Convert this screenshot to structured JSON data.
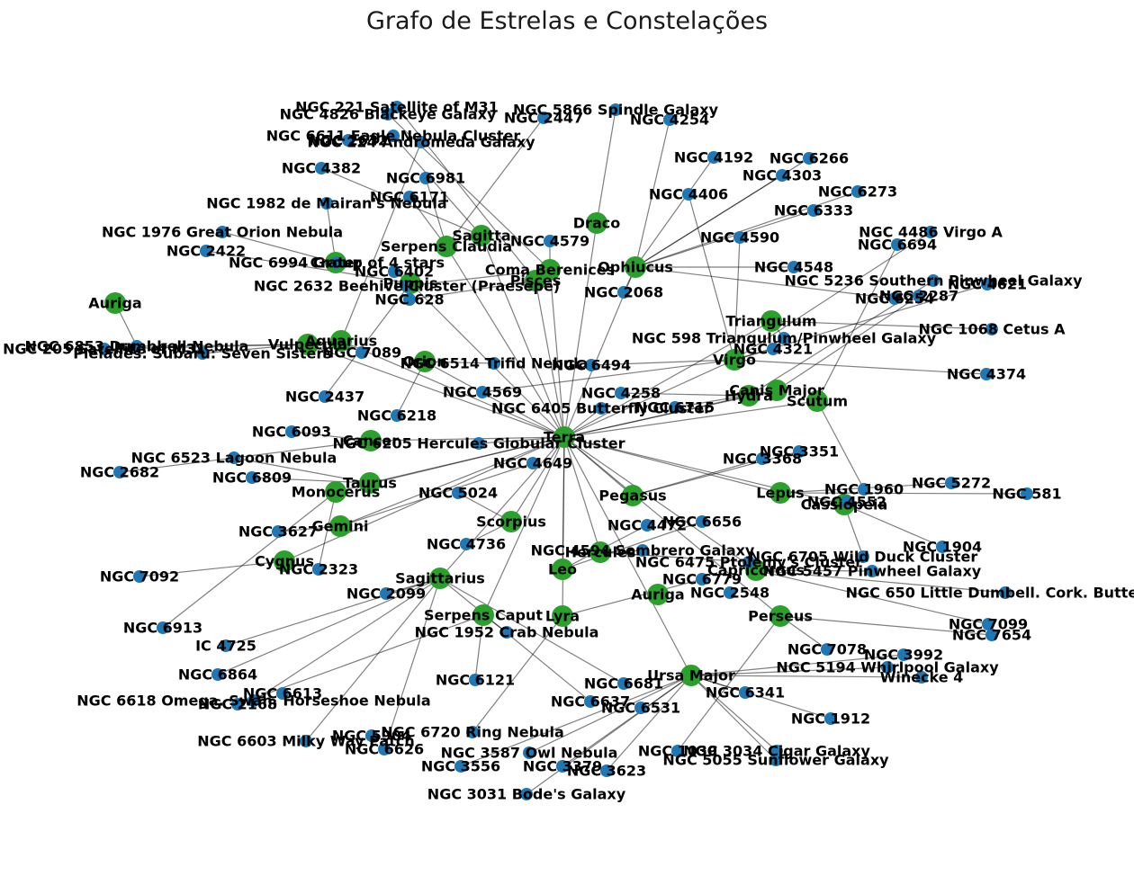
{
  "title": "Grafo de Estrelas e Constelações",
  "colors": {
    "constellation": "#2ca02c",
    "object": "#1f77b4",
    "edge": "#808080"
  },
  "nodes": [
    {
      "label": "Terra",
      "kind": "constellation"
    },
    {
      "label": "Draco",
      "kind": "constellation"
    },
    {
      "label": "Sagitta",
      "kind": "constellation"
    },
    {
      "label": "Serpens Claudia",
      "kind": "constellation"
    },
    {
      "label": "Crater",
      "kind": "constellation"
    },
    {
      "label": "Coma Berenices",
      "kind": "constellation"
    },
    {
      "label": "Ophiucus",
      "kind": "constellation"
    },
    {
      "label": "Pisces",
      "kind": "constellation"
    },
    {
      "label": "Puppis",
      "kind": "constellation"
    },
    {
      "label": "Auriga",
      "kind": "constellation"
    },
    {
      "label": "Vulpecula",
      "kind": "constellation"
    },
    {
      "label": "Aquarius",
      "kind": "constellation"
    },
    {
      "label": "Orion",
      "kind": "constellation"
    },
    {
      "label": "Triangulum",
      "kind": "constellation"
    },
    {
      "label": "Virgo",
      "kind": "constellation"
    },
    {
      "label": "Hydra",
      "kind": "constellation"
    },
    {
      "label": "Canis Major",
      "kind": "constellation"
    },
    {
      "label": "Scutum",
      "kind": "constellation"
    },
    {
      "label": "Cancer",
      "kind": "constellation"
    },
    {
      "label": "Taurus",
      "kind": "constellation"
    },
    {
      "label": "Monocerus",
      "kind": "constellation"
    },
    {
      "label": "Gemini",
      "kind": "constellation"
    },
    {
      "label": "Pegasus",
      "kind": "constellation"
    },
    {
      "label": "Lepus",
      "kind": "constellation"
    },
    {
      "label": "Cassiopeia",
      "kind": "constellation"
    },
    {
      "label": "Scorpius",
      "kind": "constellation"
    },
    {
      "label": "Hercules",
      "kind": "constellation"
    },
    {
      "label": "Cygnus",
      "kind": "constellation"
    },
    {
      "label": "Sagittarius",
      "kind": "constellation"
    },
    {
      "label": "Leo",
      "kind": "constellation"
    },
    {
      "label": "Auriga",
      "kind": "constellation"
    },
    {
      "label": "Capricornus",
      "kind": "constellation"
    },
    {
      "label": "Serpens Caput",
      "kind": "constellation"
    },
    {
      "label": "Lyra",
      "kind": "constellation"
    },
    {
      "label": "Perseus",
      "kind": "constellation"
    },
    {
      "label": "Ursa Major",
      "kind": "constellation"
    },
    {
      "label": "NGC 221 Satellite of M31",
      "kind": "object"
    },
    {
      "label": "NGC 4826 Blackeye Galaxy",
      "kind": "object"
    },
    {
      "label": "NGC 5866 Spindle Galaxy",
      "kind": "object"
    },
    {
      "label": "NGC 2447",
      "kind": "object"
    },
    {
      "label": "NGC 4254",
      "kind": "object"
    },
    {
      "label": "NGC 6611 Eagle Nebula Cluster",
      "kind": "object"
    },
    {
      "label": "NGC 224 Andromeda Galaxy",
      "kind": "object"
    },
    {
      "label": "NGC 2632",
      "kind": "object"
    },
    {
      "label": "NGC 4192",
      "kind": "object"
    },
    {
      "label": "NGC 6266",
      "kind": "object"
    },
    {
      "label": "NGC 4382",
      "kind": "object"
    },
    {
      "label": "NGC 4303",
      "kind": "object"
    },
    {
      "label": "NGC 6981",
      "kind": "object"
    },
    {
      "label": "NGC 6273",
      "kind": "object"
    },
    {
      "label": "NGC 4406",
      "kind": "object"
    },
    {
      "label": "NGC 6171",
      "kind": "object"
    },
    {
      "label": "NGC 1982 de Mairan's Nebula",
      "kind": "object"
    },
    {
      "label": "NGC 6333",
      "kind": "object"
    },
    {
      "label": "NGC 1976 Great Orion Nebula",
      "kind": "object"
    },
    {
      "label": "NGC 4590",
      "kind": "object"
    },
    {
      "label": "NGC 4486 Virgo A",
      "kind": "object"
    },
    {
      "label": "NGC 4579",
      "kind": "object"
    },
    {
      "label": "NGC 6694",
      "kind": "object"
    },
    {
      "label": "NGC 2422",
      "kind": "object"
    },
    {
      "label": "NGC 6994 Group of 4 stars",
      "kind": "object"
    },
    {
      "label": "NGC 4548",
      "kind": "object"
    },
    {
      "label": "NGC 6402",
      "kind": "object"
    },
    {
      "label": "NGC 5236 Southern Pinwheel Galaxy",
      "kind": "object"
    },
    {
      "label": "NGC 4621",
      "kind": "object"
    },
    {
      "label": "NGC 2632 Beehive Cluster (Praesepe)",
      "kind": "object"
    },
    {
      "label": "NGC 2287",
      "kind": "object"
    },
    {
      "label": "NGC 6254",
      "kind": "object"
    },
    {
      "label": "NGC 628",
      "kind": "object"
    },
    {
      "label": "NGC 2068",
      "kind": "object"
    },
    {
      "label": "NGC 1068 Cetus A",
      "kind": "object"
    },
    {
      "label": "NGC 598 Triangulum/Pinwheel Galaxy",
      "kind": "object"
    },
    {
      "label": "NGC 4321",
      "kind": "object"
    },
    {
      "label": "NGC 205 Satellite of M31",
      "kind": "object"
    },
    {
      "label": "NGC 6853 Dumbbell Nebula",
      "kind": "object"
    },
    {
      "label": "Pleiades: Subaru: Seven Sisters",
      "kind": "object"
    },
    {
      "label": "NGC 7089",
      "kind": "object"
    },
    {
      "label": "NGC 6514 Trifid Nebula",
      "kind": "object"
    },
    {
      "label": "NGC 6494",
      "kind": "object"
    },
    {
      "label": "NGC 4374",
      "kind": "object"
    },
    {
      "label": "NGC 2437",
      "kind": "object"
    },
    {
      "label": "NGC 4569",
      "kind": "object"
    },
    {
      "label": "NGC 4258",
      "kind": "object"
    },
    {
      "label": "NGC 6715",
      "kind": "object"
    },
    {
      "label": "NGC 6405 Butterfly Cluster",
      "kind": "object"
    },
    {
      "label": "NGC 6218",
      "kind": "object"
    },
    {
      "label": "NGC 6093",
      "kind": "object"
    },
    {
      "label": "NGC 6205 Hercules Globular Cluster",
      "kind": "object"
    },
    {
      "label": "NGC 6523 Lagoon Nebula",
      "kind": "object"
    },
    {
      "label": "NGC 3351",
      "kind": "object"
    },
    {
      "label": "NGC 2682",
      "kind": "object"
    },
    {
      "label": "NGC 4649",
      "kind": "object"
    },
    {
      "label": "NGC 3368",
      "kind": "object"
    },
    {
      "label": "NGC 6809",
      "kind": "object"
    },
    {
      "label": "NGC 1960",
      "kind": "object"
    },
    {
      "label": "NGC 5272",
      "kind": "object"
    },
    {
      "label": "NGC 5024",
      "kind": "object"
    },
    {
      "label": "NGC 581",
      "kind": "object"
    },
    {
      "label": "NGC 4552",
      "kind": "object"
    },
    {
      "label": "NGC 3627",
      "kind": "object"
    },
    {
      "label": "NGC 4472",
      "kind": "object"
    },
    {
      "label": "NGC 6656",
      "kind": "object"
    },
    {
      "label": "NGC 1904",
      "kind": "object"
    },
    {
      "label": "NGC 7092",
      "kind": "object"
    },
    {
      "label": "NGC 2323",
      "kind": "object"
    },
    {
      "label": "NGC 4736",
      "kind": "object"
    },
    {
      "label": "NGC 4594 Sombrero Galaxy",
      "kind": "object"
    },
    {
      "label": "NGC 6705 Wild Duck Cluster",
      "kind": "object"
    },
    {
      "label": "NGC 6475 Ptolemy's Cluster",
      "kind": "object"
    },
    {
      "label": "NGC 5457 Pinwheel Galaxy",
      "kind": "object"
    },
    {
      "label": "NGC 6779",
      "kind": "object"
    },
    {
      "label": "NGC 2099",
      "kind": "object"
    },
    {
      "label": "NGC 2548",
      "kind": "object"
    },
    {
      "label": "NGC 650 Little Dumbell. Cork. Butterfly",
      "kind": "object"
    },
    {
      "label": "NGC 6913",
      "kind": "object"
    },
    {
      "label": "NGC 1952 Crab Nebula",
      "kind": "object"
    },
    {
      "label": "NGC 7099",
      "kind": "object"
    },
    {
      "label": "IC 4725",
      "kind": "object"
    },
    {
      "label": "NGC 7654",
      "kind": "object"
    },
    {
      "label": "NGC 7078",
      "kind": "object"
    },
    {
      "label": "NGC 3992",
      "kind": "object"
    },
    {
      "label": "NGC 6864",
      "kind": "object"
    },
    {
      "label": "NGC 6121",
      "kind": "object"
    },
    {
      "label": "NGC 6681",
      "kind": "object"
    },
    {
      "label": "NGC 5194 Whirlpool Galaxy",
      "kind": "object"
    },
    {
      "label": "NGC 6618 Omega. Swan. Horseshoe Nebula",
      "kind": "object"
    },
    {
      "label": "NGC 6613",
      "kind": "object"
    },
    {
      "label": "Winecke 4",
      "kind": "object"
    },
    {
      "label": "NGC 2168",
      "kind": "object"
    },
    {
      "label": "NGC 6637",
      "kind": "object"
    },
    {
      "label": "NGC 6341",
      "kind": "object"
    },
    {
      "label": "NGC 6531",
      "kind": "object"
    },
    {
      "label": "NGC 1912",
      "kind": "object"
    },
    {
      "label": "NGC 6603 Milky Way Patch",
      "kind": "object"
    },
    {
      "label": "NGC 6720 Ring Nebula",
      "kind": "object"
    },
    {
      "label": "NGC 5904",
      "kind": "object"
    },
    {
      "label": "NGC 6626",
      "kind": "object"
    },
    {
      "label": "NGC 1039",
      "kind": "object"
    },
    {
      "label": "NGC 3034 Cigar Galaxy",
      "kind": "object"
    },
    {
      "label": "NGC 3587 Owl Nebula",
      "kind": "object"
    },
    {
      "label": "NGC 5055 Sunflower Galaxy",
      "kind": "object"
    },
    {
      "label": "NGC 3556",
      "kind": "object"
    },
    {
      "label": "NGC 3379",
      "kind": "object"
    },
    {
      "label": "NGC 3623",
      "kind": "object"
    },
    {
      "label": "NGC 3031 Bode's Galaxy",
      "kind": "object"
    }
  ],
  "edges": [
    [
      "Terra",
      "Draco"
    ],
    [
      "Terra",
      "Sagitta"
    ],
    [
      "Terra",
      "Serpens Claudia"
    ],
    [
      "Terra",
      "Coma Berenices"
    ],
    [
      "Terra",
      "Ophiucus"
    ],
    [
      "Terra",
      "Pisces"
    ],
    [
      "Terra",
      "Puppis"
    ],
    [
      "Terra",
      "Vulpecula"
    ],
    [
      "Terra",
      "Aquarius"
    ],
    [
      "Terra",
      "Orion"
    ],
    [
      "Terra",
      "Triangulum"
    ],
    [
      "Terra",
      "Virgo"
    ],
    [
      "Terra",
      "Hydra"
    ],
    [
      "Terra",
      "Canis Major"
    ],
    [
      "Terra",
      "Scutum"
    ],
    [
      "Terra",
      "Cancer"
    ],
    [
      "Terra",
      "Taurus"
    ],
    [
      "Terra",
      "Monocerus"
    ],
    [
      "Terra",
      "Gemini"
    ],
    [
      "Terra",
      "Pegasus"
    ],
    [
      "Terra",
      "Lepus"
    ],
    [
      "Terra",
      "Cassiopeia"
    ],
    [
      "Terra",
      "Scorpius"
    ],
    [
      "Terra",
      "Hercules"
    ],
    [
      "Terra",
      "Cygnus"
    ],
    [
      "Terra",
      "Sagittarius"
    ],
    [
      "Terra",
      "Leo"
    ],
    [
      "Terra",
      "Capricornus"
    ],
    [
      "Terra",
      "Serpens Caput"
    ],
    [
      "Terra",
      "Lyra"
    ],
    [
      "Terra",
      "Perseus"
    ],
    [
      "Terra",
      "Ursa Major"
    ],
    [
      "Terra",
      "NGC 6405 Butterfly Cluster"
    ],
    [
      "Terra",
      "NGC 6205 Hercules Globular Cluster"
    ],
    [
      "Draco",
      "NGC 5866 Spindle Galaxy"
    ],
    [
      "Sagitta",
      "NGC 6611 Eagle Nebula Cluster"
    ],
    [
      "Sagitta",
      "NGC 4382"
    ],
    [
      "Serpens Claudia",
      "NGC 2447"
    ],
    [
      "Serpens Claudia",
      "NGC 6171"
    ],
    [
      "Serpens Claudia",
      "NGC 6981"
    ],
    [
      "Crater",
      "NGC 6994 Group of 4 stars"
    ],
    [
      "Crater",
      "NGC 1982 de Mairan's Nebula"
    ],
    [
      "Crater",
      "NGC 1976 Great Orion Nebula"
    ],
    [
      "Coma Berenices",
      "NGC 4579"
    ],
    [
      "Coma Berenices",
      "NGC 4826 Blackeye Galaxy"
    ],
    [
      "Coma Berenices",
      "NGC 2632 Beehive Cluster (Praesepe)"
    ],
    [
      "Ophiucus",
      "NGC 4254"
    ],
    [
      "Ophiucus",
      "NGC 4192"
    ],
    [
      "Ophiucus",
      "NGC 6266"
    ],
    [
      "Ophiucus",
      "NGC 4303"
    ],
    [
      "Ophiucus",
      "NGC 6273"
    ],
    [
      "Ophiucus",
      "NGC 6333"
    ],
    [
      "Ophiucus",
      "NGC 4548"
    ],
    [
      "Ophiucus",
      "NGC 2068"
    ],
    [
      "Ophiucus",
      "NGC 6254"
    ],
    [
      "Pisces",
      "NGC 628"
    ],
    [
      "Pisces",
      "NGC 221 Satellite of M31"
    ],
    [
      "Puppis",
      "NGC 2422"
    ],
    [
      "Puppis",
      "NGC 2437"
    ],
    [
      "Puppis",
      "NGC 6402"
    ],
    [
      "Auriga",
      "NGC 6853 Dumbbell Nebula"
    ],
    [
      "Vulpecula",
      "NGC 6853 Dumbbell Nebula"
    ],
    [
      "Vulpecula",
      "NGC 205 Satellite of M31"
    ],
    [
      "Aquarius",
      "NGC 7089"
    ],
    [
      "Aquarius",
      "NGC 224 Andromeda Galaxy"
    ],
    [
      "Aquarius",
      "Pleiades: Subaru: Seven Sisters"
    ],
    [
      "Orion",
      "NGC 6514 Trifid Nebula"
    ],
    [
      "Orion",
      "NGC 6218"
    ],
    [
      "Triangulum",
      "NGC 598 Triangulum/Pinwheel Galaxy"
    ],
    [
      "Triangulum",
      "NGC 1068 Cetus A"
    ],
    [
      "Virgo",
      "NGC 4486 Virgo A"
    ],
    [
      "Virgo",
      "NGC 4374"
    ],
    [
      "Virgo",
      "NGC 4321"
    ],
    [
      "Virgo",
      "NGC 4406"
    ],
    [
      "Virgo",
      "NGC 4590"
    ],
    [
      "Virgo",
      "NGC 4621"
    ],
    [
      "Virgo",
      "NGC 6494"
    ],
    [
      "Virgo",
      "NGC 4569"
    ],
    [
      "Hydra",
      "NGC 5236 Southern Pinwheel Galaxy"
    ],
    [
      "Hydra",
      "NGC 4258"
    ],
    [
      "Canis Major",
      "NGC 2287"
    ],
    [
      "Canis Major",
      "NGC 6715"
    ],
    [
      "Scutum",
      "NGC 6694"
    ],
    [
      "Scutum",
      "NGC 1960"
    ],
    [
      "Cancer",
      "NGC 2682"
    ],
    [
      "Cancer",
      "NGC 6093"
    ],
    [
      "Taurus",
      "NGC 6523 Lagoon Nebula"
    ],
    [
      "Taurus",
      "NGC 6809"
    ],
    [
      "Monocerus",
      "NGC 2323"
    ],
    [
      "Monocerus",
      "NGC 6913"
    ],
    [
      "Gemini",
      "NGC 3627"
    ],
    [
      "Gemini",
      "NGC 4649"
    ],
    [
      "Pegasus",
      "NGC 3351"
    ],
    [
      "Pegasus",
      "NGC 3368"
    ],
    [
      "Lepus",
      "NGC 5272"
    ],
    [
      "Lepus",
      "NGC 581"
    ],
    [
      "Cassiopeia",
      "NGC 4552"
    ],
    [
      "Cassiopeia",
      "NGC 1904"
    ],
    [
      "Cassiopeia",
      "NGC 6705 Wild Duck Cluster"
    ],
    [
      "Scorpius",
      "NGC 5024"
    ],
    [
      "Scorpius",
      "NGC 4736"
    ],
    [
      "Hercules",
      "NGC 4594 Sombrero Galaxy"
    ],
    [
      "Hercules",
      "NGC 6475 Ptolemy's Cluster"
    ],
    [
      "Cygnus",
      "NGC 7092"
    ],
    [
      "Sagittarius",
      "NGC 2099"
    ],
    [
      "Sagittarius",
      "IC 4725"
    ],
    [
      "Sagittarius",
      "NGC 6864"
    ],
    [
      "Sagittarius",
      "NGC 6618 Omega. Swan. Horseshoe Nebula"
    ],
    [
      "Sagittarius",
      "NGC 6603 Milky Way Patch"
    ],
    [
      "Sagittarius",
      "NGC 6626"
    ],
    [
      "Sagittarius",
      "NGC 6637"
    ],
    [
      "Sagittarius",
      "NGC 6681"
    ],
    [
      "Leo",
      "NGC 4472"
    ],
    [
      "Leo",
      "NGC 6656"
    ],
    [
      "Capricornus",
      "NGC 5457 Pinwheel Galaxy"
    ],
    [
      "Capricornus",
      "NGC 650 Little Dumbell. Cork. Butterfly"
    ],
    [
      "Capricornus",
      "NGC 7099"
    ],
    [
      "Serpens Caput",
      "NGC 1952 Crab Nebula"
    ],
    [
      "Serpens Caput",
      "NGC 6121"
    ],
    [
      "Serpens Caput",
      "NGC 2168"
    ],
    [
      "Lyra",
      "NGC 6720 Ring Nebula"
    ],
    [
      "Lyra",
      "NGC 6779"
    ],
    [
      "Perseus",
      "NGC 7654"
    ],
    [
      "Perseus",
      "NGC 1039"
    ],
    [
      "Perseus",
      "NGC 7078"
    ],
    [
      "Ursa Major",
      "NGC 3992"
    ],
    [
      "Ursa Major",
      "NGC 5194 Whirlpool Galaxy"
    ],
    [
      "Ursa Major",
      "Winecke 4"
    ],
    [
      "Ursa Major",
      "NGC 6341"
    ],
    [
      "Ursa Major",
      "NGC 1912"
    ],
    [
      "Ursa Major",
      "NGC 3034 Cigar Galaxy"
    ],
    [
      "Ursa Major",
      "NGC 3587 Owl Nebula"
    ],
    [
      "Ursa Major",
      "NGC 5055 Sunflower Galaxy"
    ],
    [
      "Ursa Major",
      "NGC 3556"
    ],
    [
      "Ursa Major",
      "NGC 3379"
    ],
    [
      "Ursa Major",
      "NGC 3623"
    ],
    [
      "Ursa Major",
      "NGC 3031 Bode's Galaxy"
    ]
  ]
}
